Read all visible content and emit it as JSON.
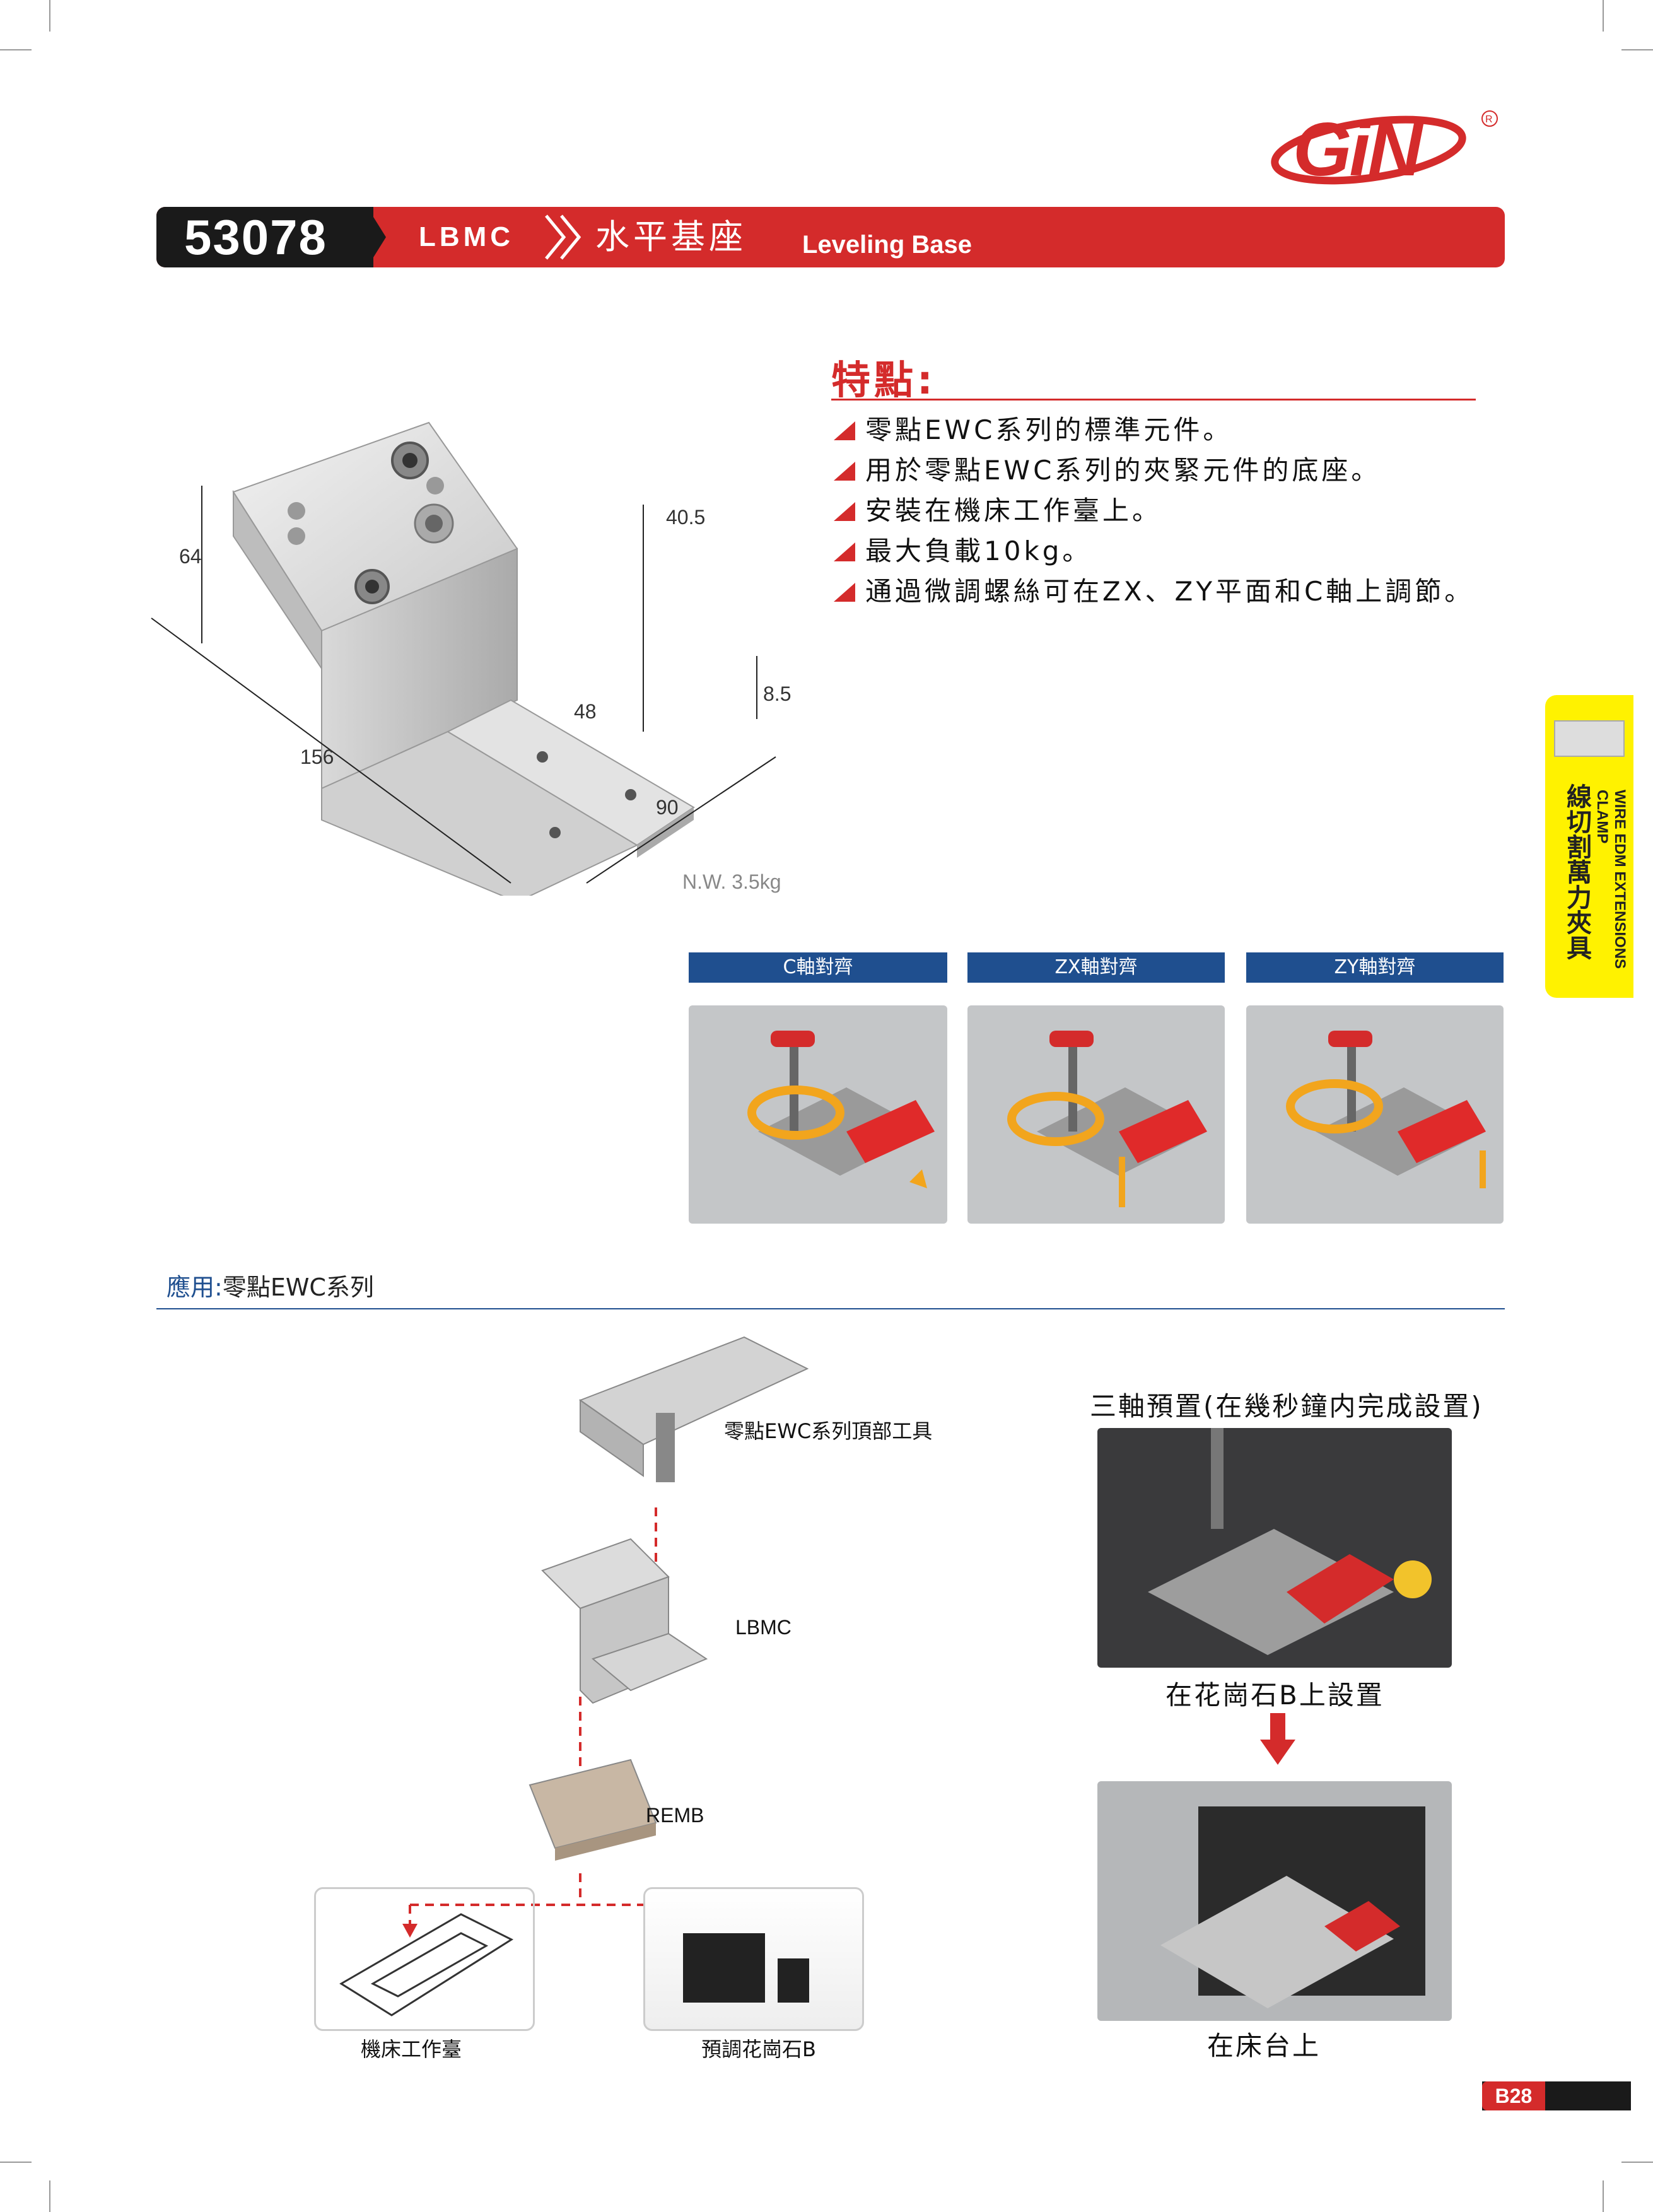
{
  "logo": {
    "text": "GiN",
    "mark": "®"
  },
  "header": {
    "number": "53078",
    "code": "LBMC",
    "title_zh": "水平基座",
    "title_en": "Leveling Base"
  },
  "dimensions": {
    "height": "64",
    "length": "156",
    "width": "90",
    "top": "40.5",
    "hole": "48",
    "thick": "8.5"
  },
  "weight": "N.W. 3.5kg",
  "features": {
    "title": "特點:",
    "items": [
      "零點EWC系列的標準元件。",
      "用於零點EWC系列的夾緊元件的底座。",
      "安裝在機床工作臺上。",
      "最大負載10kg。",
      "通過微調螺絲可在ZX、ZY平面和C軸上調節。"
    ]
  },
  "alignment_tabs": [
    "C軸對齊",
    "ZX軸對齊",
    "ZY軸對齊"
  ],
  "side_tab": {
    "zh": "線切割萬力夾具",
    "en": "WIRE EDM EXTENSIONS CLAMP"
  },
  "application": {
    "label": "應用:",
    "value": "零點EWC系列",
    "labels": {
      "top_tool": "零點EWC系列頂部工具",
      "lbmc": "LBMC",
      "remb": "REMB",
      "table": "機床工作臺",
      "granite": "預調花崗石B"
    }
  },
  "preset": {
    "title": "三軸預置(在幾秒鐘内完成設置)",
    "caption1": "在花崗石B上設置",
    "caption2": "在床台上"
  },
  "page": "B28",
  "colors": {
    "red": "#d42b2b",
    "blue": "#1f4f8f",
    "yellow": "#fff200"
  }
}
